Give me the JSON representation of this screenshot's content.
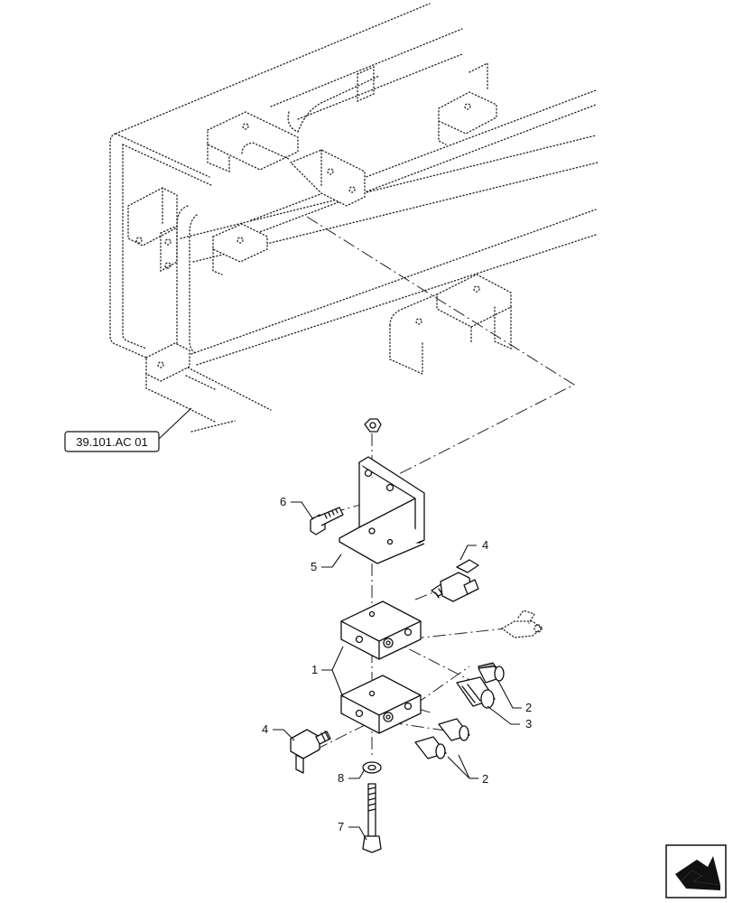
{
  "reference_label": "39.101.AC 01",
  "callouts": {
    "c1": "1",
    "c2a": "2",
    "c2b": "2",
    "c3": "3",
    "c4a": "4",
    "c4b": "4",
    "c5": "5",
    "c6": "6",
    "c7": "7",
    "c8": "8"
  },
  "nav_icon": "next-page-arrow-icon"
}
